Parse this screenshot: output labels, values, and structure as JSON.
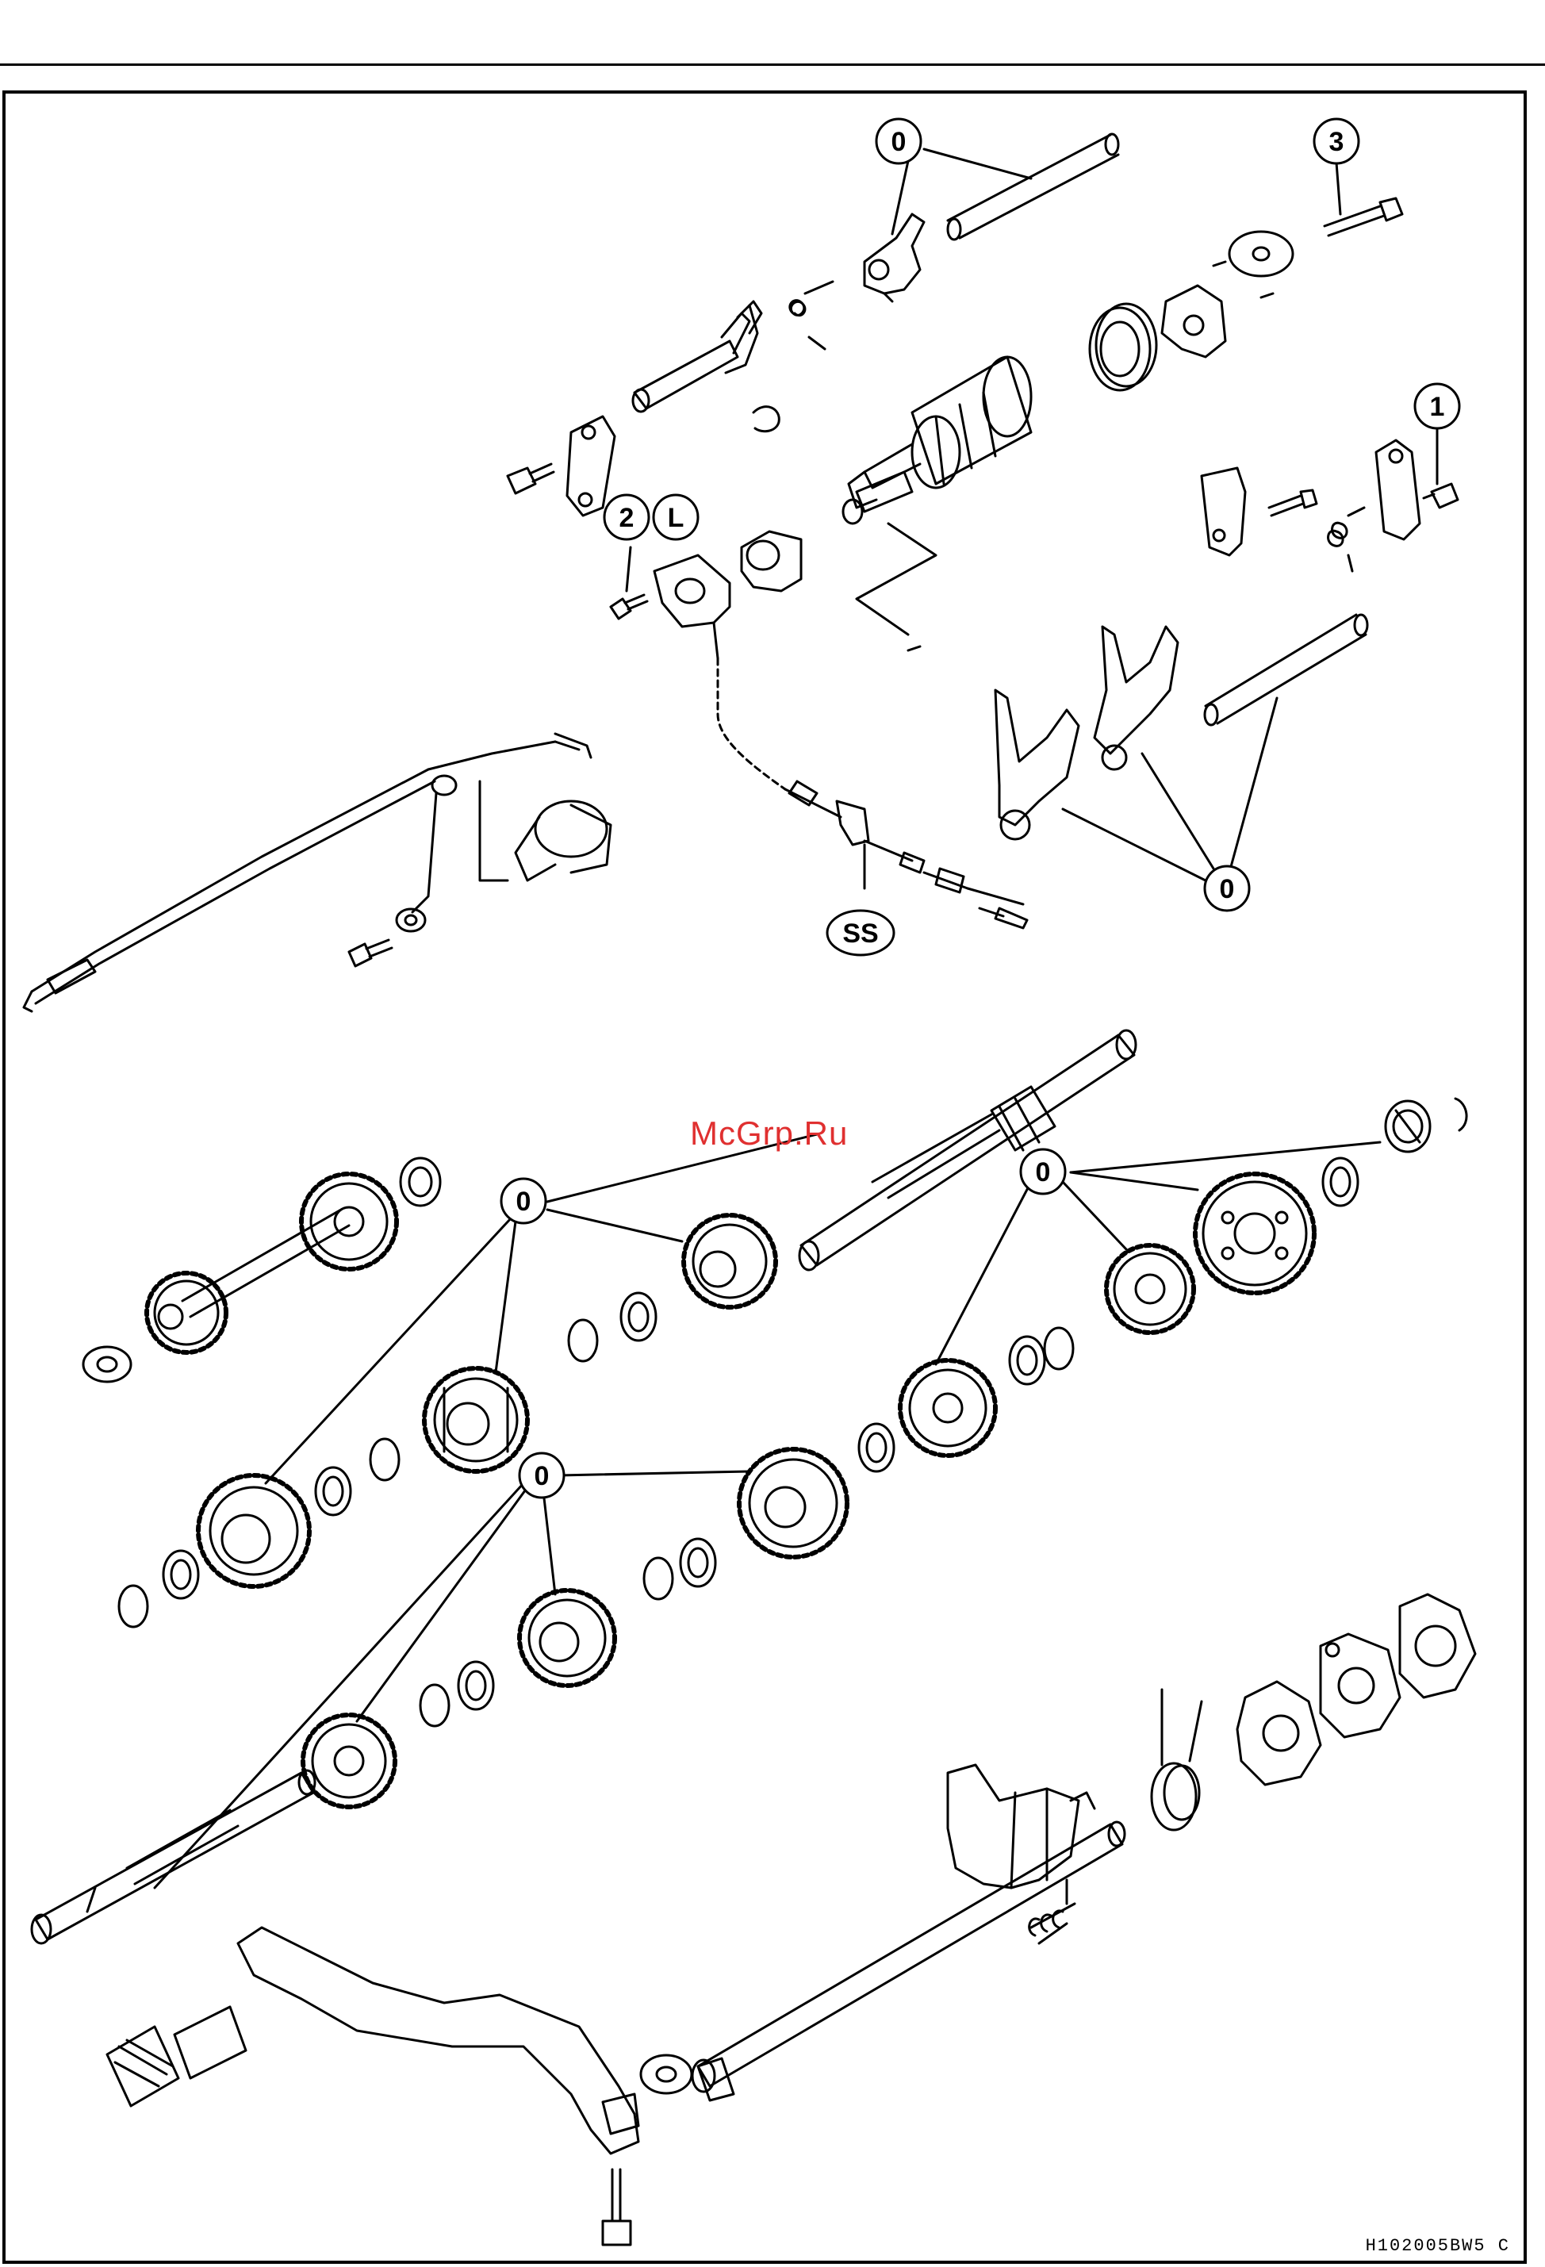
{
  "callouts": {
    "c_top_forks": "0",
    "c_bolt3": "3",
    "c_bolt1": "1",
    "c_2": "2",
    "c_L": "L",
    "c_SS": "SS",
    "c_forks2": "0",
    "c_drive_shaft": "0",
    "c_output_gears": "0",
    "c_lower_gears": "0"
  },
  "watermark": "McGrp.Ru",
  "figure_code": "H102005BW5 C",
  "colors": {
    "line": "#000000",
    "watermark": "#e03030",
    "background": "#ffffff"
  }
}
